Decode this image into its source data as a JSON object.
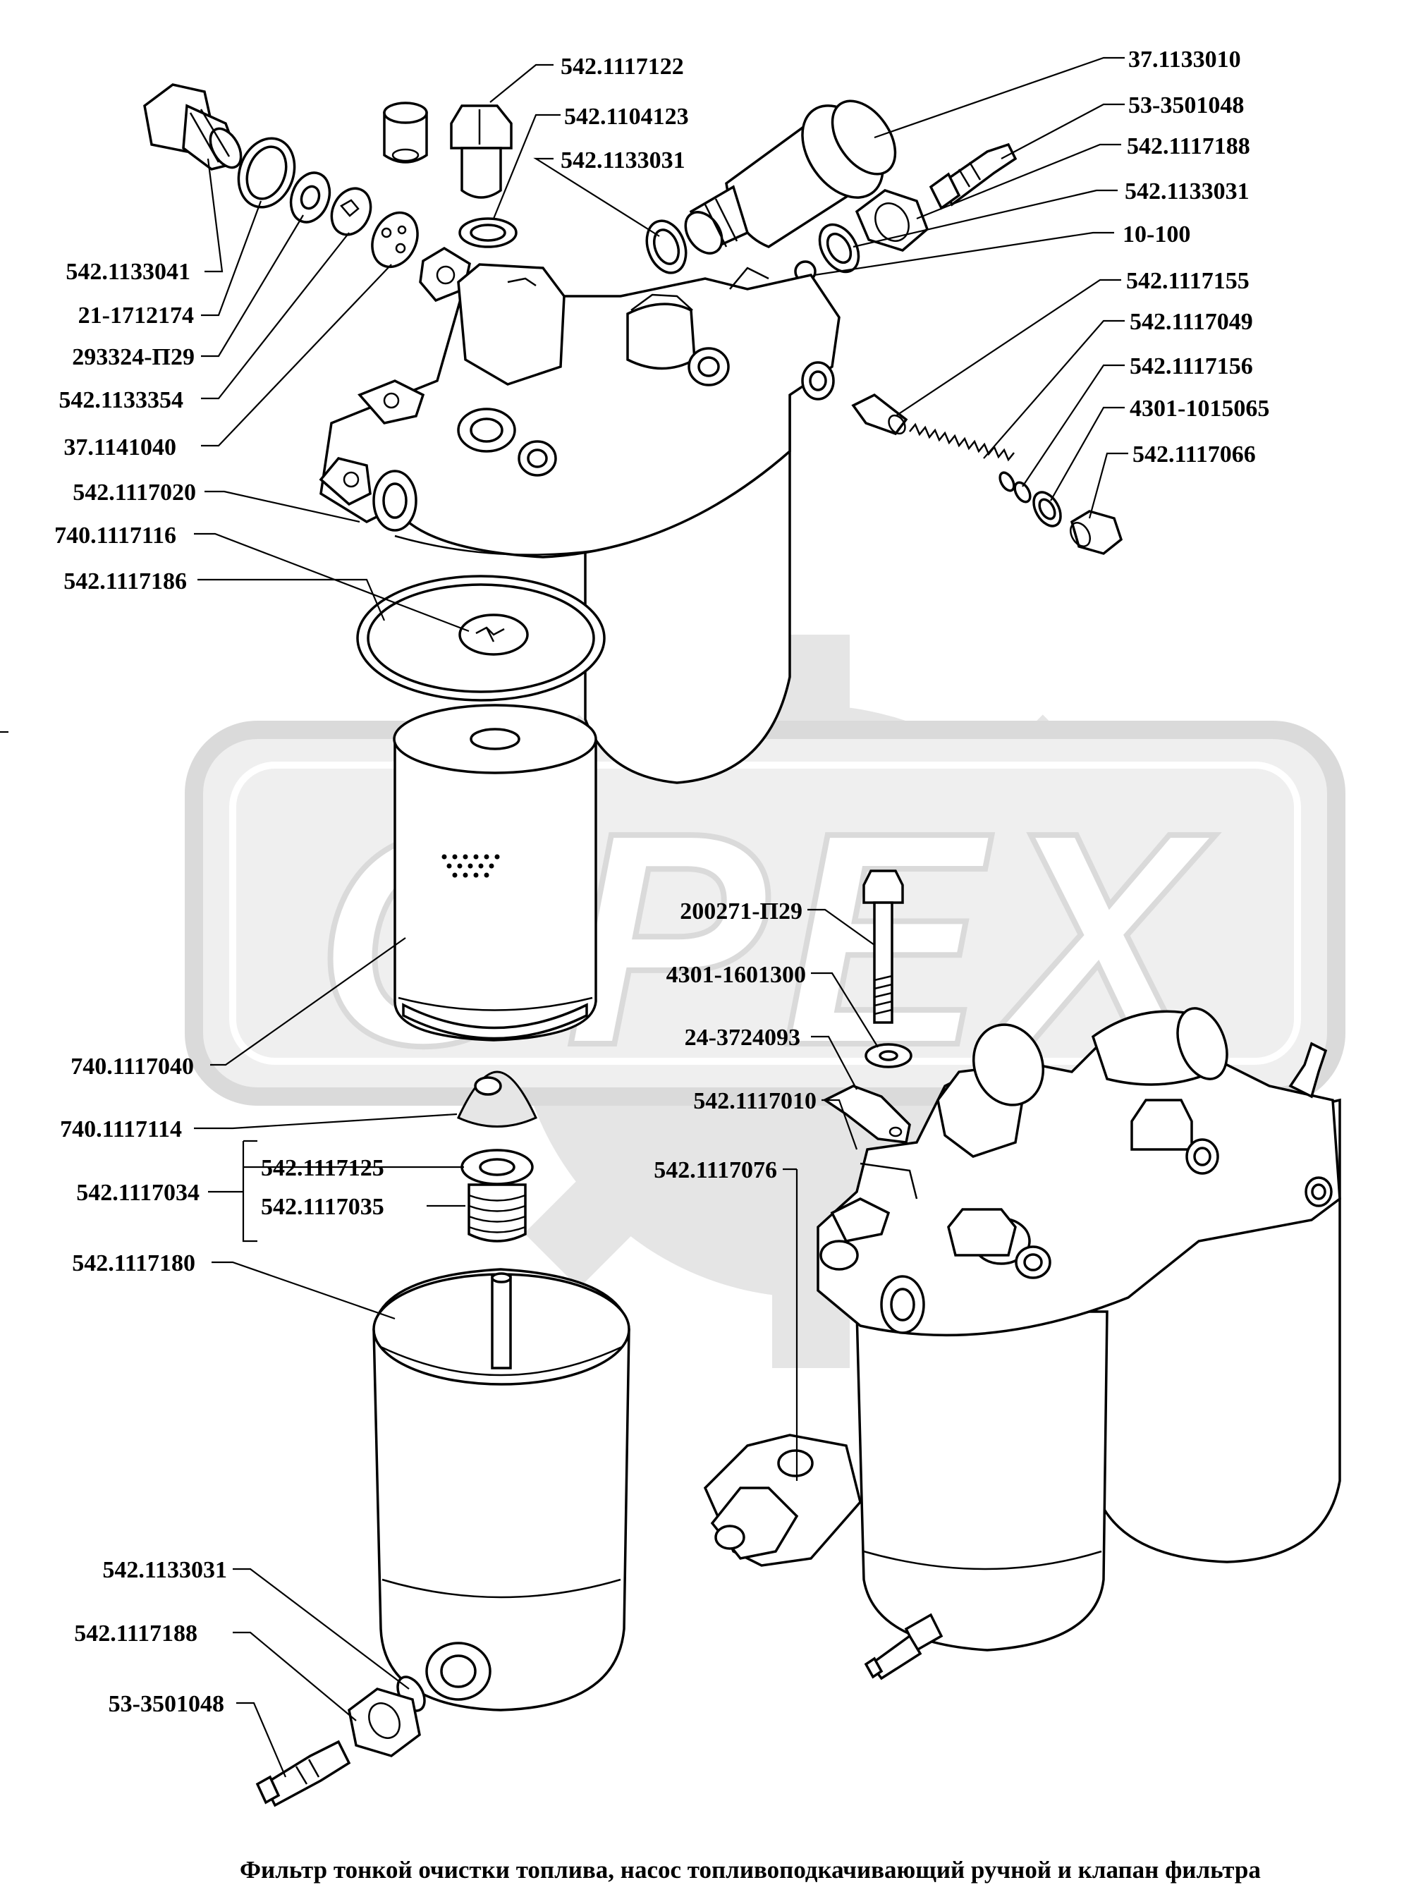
{
  "watermark": {
    "text": "ОРЕХ",
    "color": "#c8c8c8"
  },
  "part_labels": {
    "p542_1117122": "542.1117122",
    "p542_1104123": "542.1104123",
    "p542_1133031_top": "542.1133031",
    "p37_1133010": "37.1133010",
    "p53_3501048_top": "53-3501048",
    "p542_1117188_top": "542.1117188",
    "p542_1133031_right": "542.1133031",
    "p10_100": "10-100",
    "p542_1117155": "542.1117155",
    "p542_1117049": "542.1117049",
    "p542_1117156": "542.1117156",
    "p4301_1015065": "4301-1015065",
    "p542_1117066": "542.1117066",
    "p542_1133041": "542.1133041",
    "p21_1712174": "21-1712174",
    "p293324_P29": "293324-П29",
    "p542_1133354": "542.1133354",
    "p37_1141040": "37.1141040",
    "p542_1117020": "542.1117020",
    "p740_1117116": "740.1117116",
    "p542_1117186": "542.1117186",
    "p740_1117040": "740.1117040",
    "p740_1117114": "740.1117114",
    "p542_1117125": "542.1117125",
    "p542_1117034": "542.1117034",
    "p542_1117035": "542.1117035",
    "p542_1117180": "542.1117180",
    "p200271_P29": "200271-П29",
    "p4301_1601300": "4301-1601300",
    "p24_3724093": "24-3724093",
    "p542_1117010": "542.1117010",
    "p542_1117076": "542.1117076",
    "p542_1133031_bottom": "542.1133031",
    "p542_1117188_bottom": "542.1117188",
    "p53_3501048_bottom": "53-3501048"
  },
  "caption": "Фильтр тонкой очистки топлива, насос топливоподкачивающий  ручной и клапан фильтра"
}
